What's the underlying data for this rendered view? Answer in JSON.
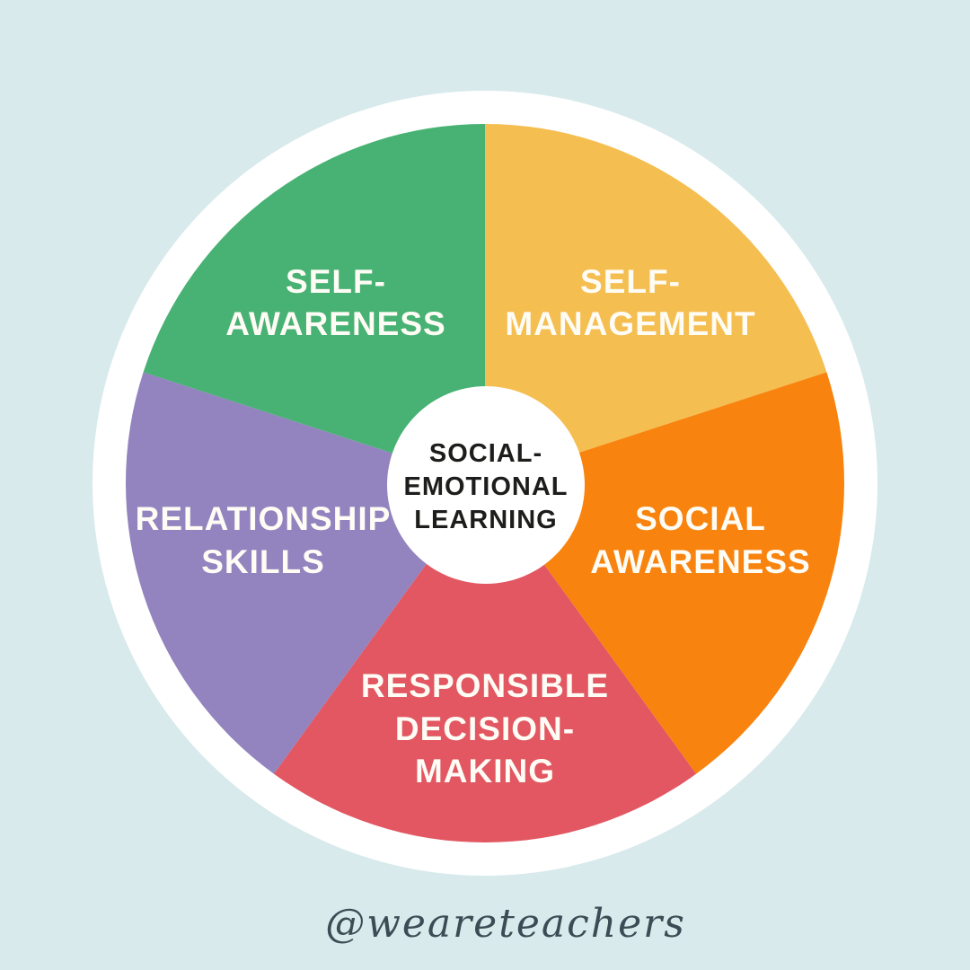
{
  "background_color": "#D8EAEC",
  "wheel": {
    "ring_color": "#FFFFFF",
    "label_color": "#FEFCF5",
    "center": {
      "lines": [
        "SOCIAL-",
        "EMOTIONAL",
        "LEARNING"
      ],
      "bg_color": "#FFFFFF",
      "text_color": "#1D1D1B"
    },
    "slices": [
      {
        "id": "self-management",
        "lines": [
          "SELF-",
          "MANAGEMENT"
        ],
        "color": "#F5BE51"
      },
      {
        "id": "social-awareness",
        "lines": [
          "SOCIAL",
          "AWARENESS"
        ],
        "color": "#F8830E"
      },
      {
        "id": "responsible-decision-making",
        "lines": [
          "RESPONSIBLE",
          "DECISION-",
          "MAKING"
        ],
        "color": "#E25761"
      },
      {
        "id": "relationship-skills",
        "lines": [
          "RELATIONSHIP",
          "SKILLS"
        ],
        "color": "#9383BE"
      },
      {
        "id": "self-awareness",
        "lines": [
          "SELF-",
          "AWARENESS"
        ],
        "color": "#47B273"
      }
    ]
  },
  "watermark": {
    "text": "@weareteachers",
    "color": "#3C4C55"
  }
}
